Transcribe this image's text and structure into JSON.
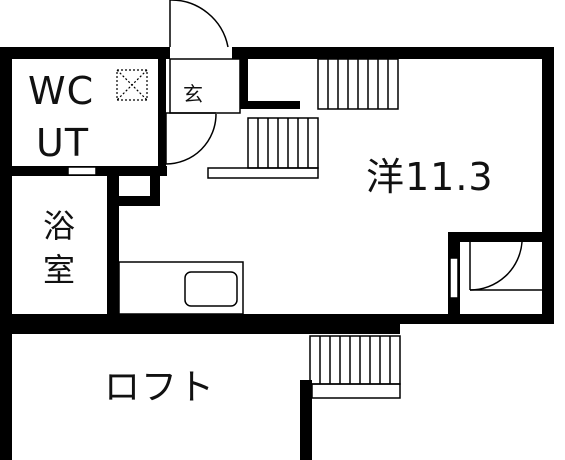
{
  "rooms": {
    "toilet_utility": {
      "line1": "WC",
      "line2": "UT"
    },
    "bathroom": {
      "line1": "浴",
      "line2": "室"
    },
    "entrance": {
      "label": "玄"
    },
    "western_room": {
      "label": "洋11.3"
    },
    "loft": {
      "label": "ロフト"
    }
  },
  "colors": {
    "wall": "#000000",
    "line": "#000000",
    "background": "#ffffff"
  }
}
